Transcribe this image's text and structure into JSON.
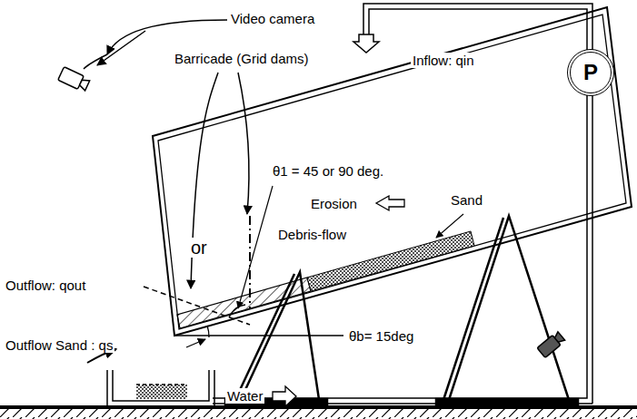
{
  "diagram": {
    "nodes": [
      {
        "text": [
          "P"
        ]
      }
    ],
    "labels": [
      "Video camera",
      "Barricade (Grid dams)",
      "Inflow: qin",
      "θ1 = 45 or 90 deg.",
      "Erosion",
      "Sand",
      "Outflow: qout",
      "or",
      "Debris-flow",
      "Outflow Sand : qs",
      "θb= 15deg",
      "Water"
    ]
  }
}
